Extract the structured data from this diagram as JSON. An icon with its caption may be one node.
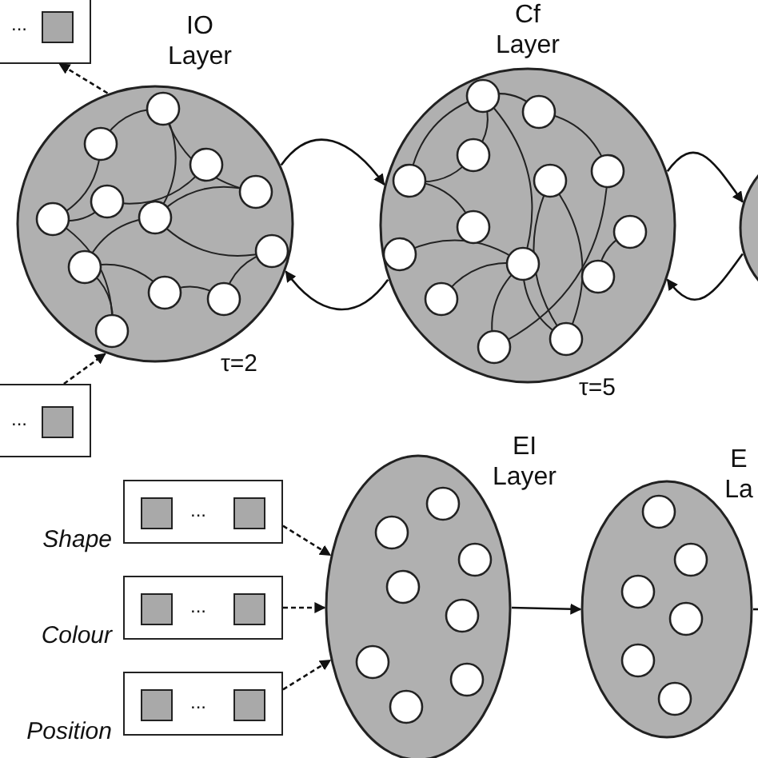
{
  "diagram": {
    "nodes": [
      {
        "text": [
          "..."
        ]
      },
      {
        "text": [
          "IO Layer"
        ],
        "beside": [
          "τ=2"
        ]
      },
      {
        "text": [
          "Cf Layer"
        ],
        "beside": [
          "τ=5"
        ]
      },
      {
        "text": [],
        "shape": "circle"
      },
      {
        "text": [
          "..."
        ]
      },
      {
        "text": [
          "..."
        ],
        "beside": [
          "Shape"
        ]
      },
      {
        "text": [
          "..."
        ],
        "beside": [
          "Colour"
        ]
      },
      {
        "text": [
          "..."
        ],
        "beside": [
          "Position"
        ]
      },
      {
        "text": [
          "EI Layer"
        ]
      },
      {
        "text": [
          "E La"
        ]
      }
    ],
    "edges": [
      {
        "from": 1,
        "to": 0,
        "arrow": "to",
        "style": "dashed"
      },
      {
        "from": 4,
        "to": 1,
        "arrow": "to",
        "style": "dashed"
      },
      {
        "from": 1,
        "to": 2,
        "arrow": "to"
      },
      {
        "from": 2,
        "to": 1,
        "arrow": "to"
      },
      {
        "from": 2,
        "to": 3,
        "arrow": "to"
      },
      {
        "from": 3,
        "to": 2,
        "arrow": "to"
      },
      {
        "from": 5,
        "to": 8,
        "arrow": "to",
        "style": "dashed"
      },
      {
        "from": 6,
        "to": 8,
        "arrow": "to",
        "style": "dashed"
      },
      {
        "from": 7,
        "to": 8,
        "arrow": "to",
        "style": "dashed"
      },
      {
        "from": 8,
        "to": 9,
        "arrow": "to"
      },
      {
        "from": 9,
        "to": null,
        "arrow": "none"
      }
    ]
  }
}
